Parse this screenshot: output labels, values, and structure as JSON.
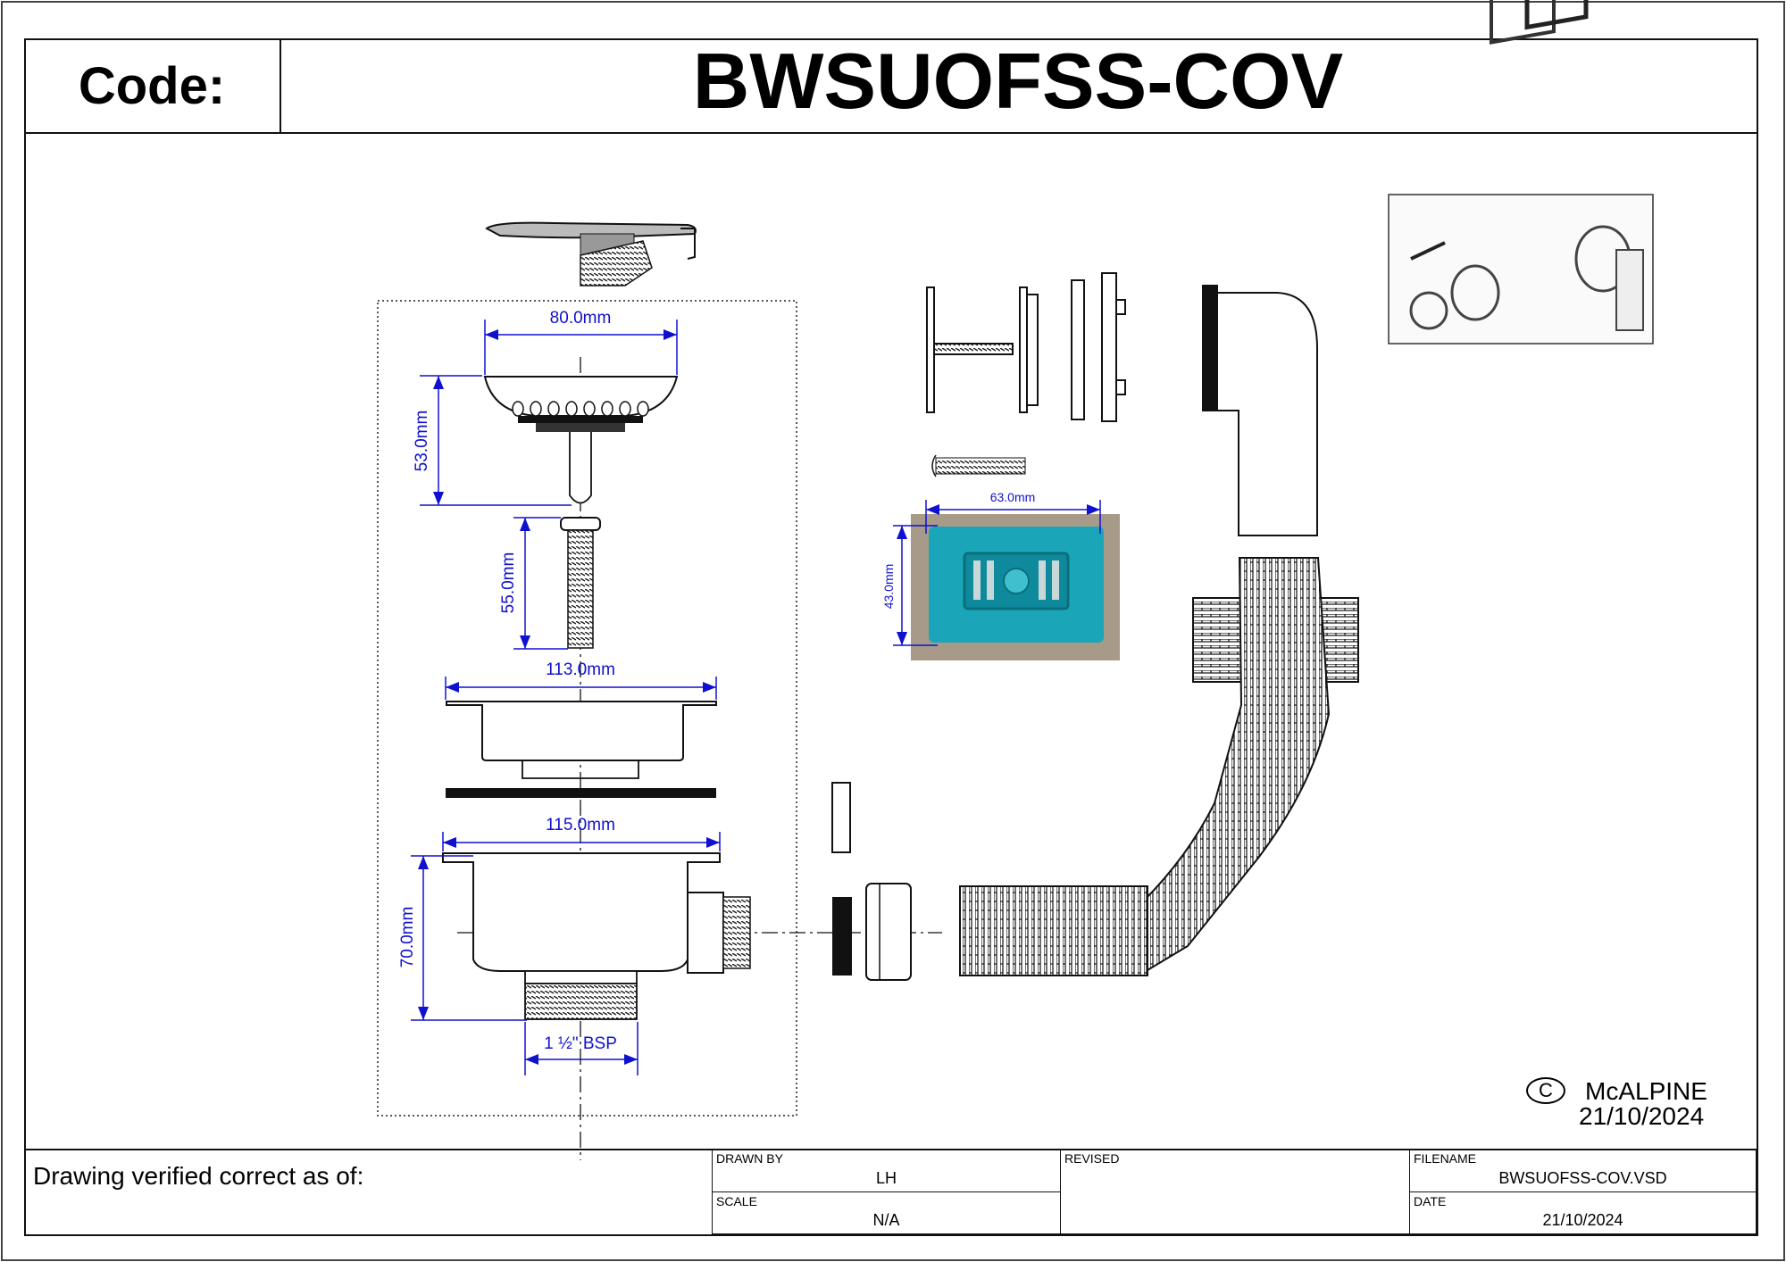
{
  "header": {
    "code_label": "Code:",
    "code_value": "BWSUOFSS-COV"
  },
  "dimensions": {
    "strainer_width": "80.0mm",
    "strainer_height": "53.0mm",
    "bolt_length": "55.0mm",
    "flange_width": "113.0mm",
    "body_width": "115.0mm",
    "body_height": "70.0mm",
    "thread": "1 ½\" BSP",
    "cover_width": "63.0mm",
    "cover_height": "43.0mm"
  },
  "logo": {
    "copyright": "C",
    "name": "McALPINE",
    "date": "21/10/2024"
  },
  "footer": {
    "verified": "Drawing verified correct as of:",
    "drawn_by_label": "DRAWN BY",
    "drawn_by": "LH",
    "scale_label": "SCALE",
    "scale": "N/A",
    "revised_label": "REVISED",
    "revised": "",
    "filename_label": "FILENAME",
    "filename": "BWSUOFSS-COV.VSD",
    "date_label": "DATE",
    "date": "21/10/2024"
  },
  "colors": {
    "dimension": "#1010d0",
    "cover_plate": "#1aa6b8"
  }
}
